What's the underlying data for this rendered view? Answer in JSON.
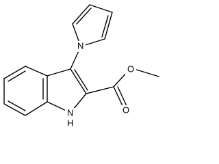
{
  "molecule": {
    "labels": {
      "pyrrole_nitrogen": "N",
      "indole_nitrogen": "N",
      "indole_hydrogen": "H",
      "carbonyl_oxygen": "O",
      "ester_oxygen": "O"
    },
    "bond_color": "#000000",
    "background": "#ffffff"
  }
}
